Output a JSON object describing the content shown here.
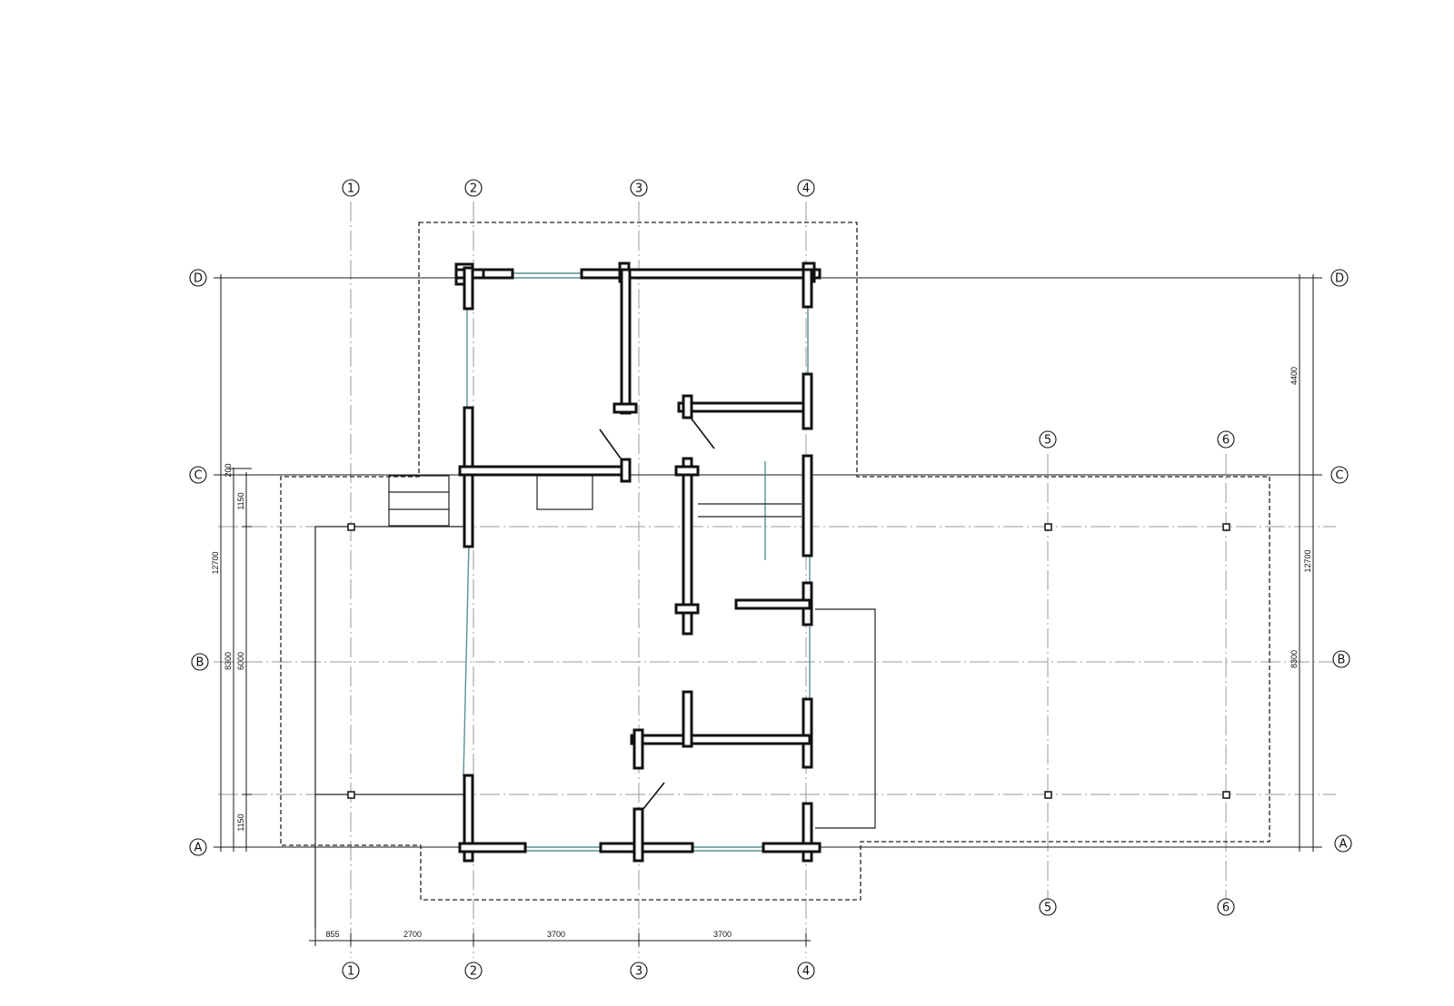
{
  "grid": {
    "columns": [
      "1",
      "2",
      "3",
      "4",
      "5",
      "6"
    ],
    "rows": [
      "D",
      "C",
      "B",
      "A"
    ]
  },
  "dimensions": {
    "bottom": [
      "855",
      "2700",
      "3700",
      "3700"
    ],
    "left_outer": "12700",
    "left_mid": [
      "200",
      "8300"
    ],
    "left_inner": [
      "1150",
      "6000",
      "1150"
    ],
    "right_outer": "12700",
    "right_inner": [
      "4400",
      "8300"
    ]
  },
  "colors": {
    "line": "#111111",
    "axis": "#9a9a9a",
    "glazing": "#5a8f93",
    "background": "#ffffff"
  }
}
